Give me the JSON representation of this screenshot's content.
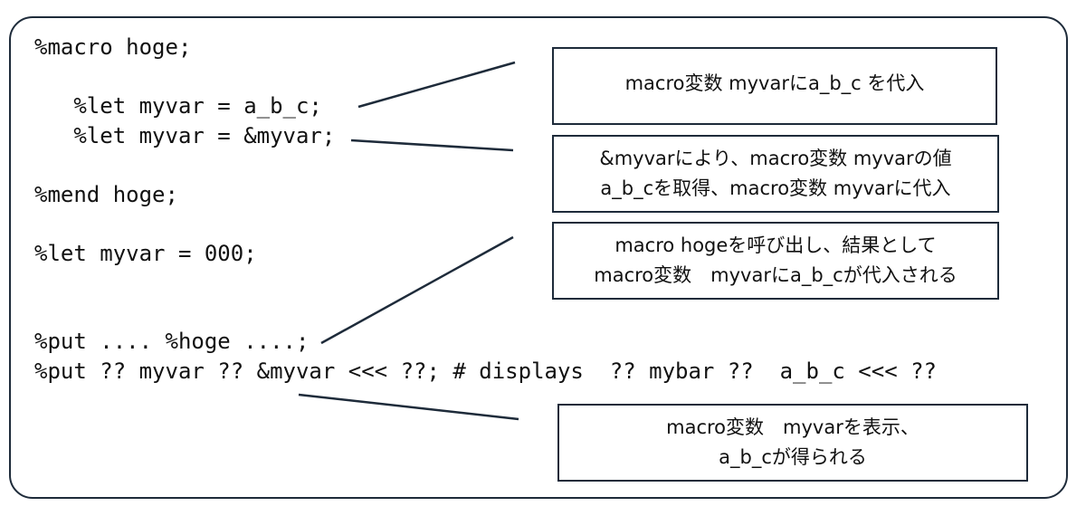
{
  "code_lines": [
    "%macro hoge;",
    "",
    "   %let myvar = a_b_c;",
    "   %let myvar = &myvar;",
    "",
    "%mend hoge;",
    "",
    "%let myvar = 000;",
    "",
    "",
    "%put .... %hoge ....;",
    "%put ?? myvar ?? &myvar <<< ??; # displays  ?? mybar ??  a_b_c <<< ??"
  ],
  "annotations": [
    {
      "lines": [
        "macro変数 myvarにa_b_c を代入"
      ]
    },
    {
      "lines": [
        "&myvarにより、macro変数 myvarの値",
        "a_b_cを取得、macro変数 myvarに代入"
      ]
    },
    {
      "lines": [
        "macro hogeを呼び出し、結果として",
        "macro変数　myvarにa_b_cが代入される"
      ]
    },
    {
      "lines": [
        "macro変数　myvarを表示、",
        "a_b_cが得られる"
      ]
    }
  ],
  "colors": {
    "border": "#1e2b3a"
  }
}
